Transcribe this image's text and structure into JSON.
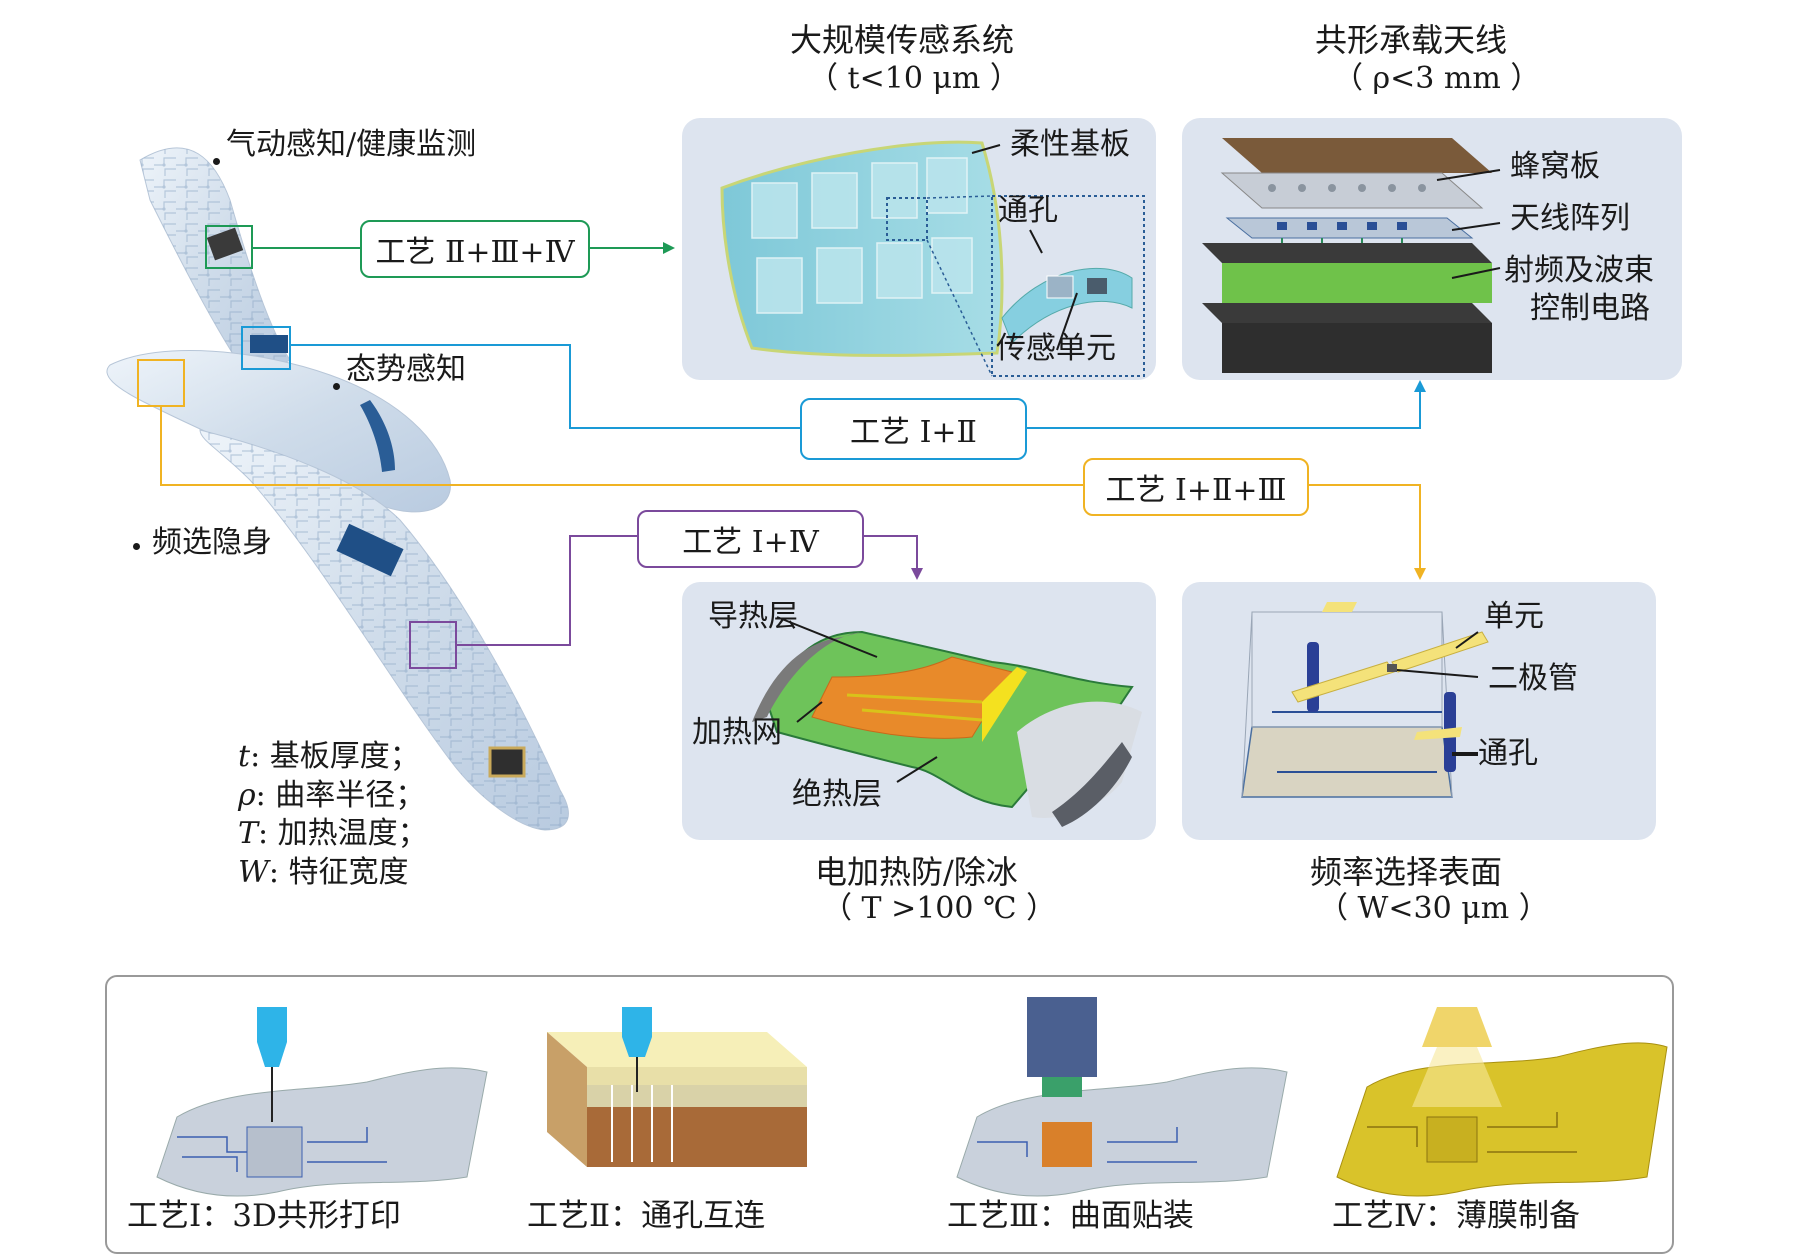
{
  "titles": {
    "sensing_title": "大规模传感系统",
    "sensing_sub": "（ t<10 μm ）",
    "antenna_title": "共形承载天线",
    "antenna_sub": "（ ρ<3 mm ）",
    "deice_title": "电加热防/除冰",
    "deice_sub": "（ T >100 ℃ ）",
    "fss_title": "频率选择表面",
    "fss_sub": "（ W<30 μm ）"
  },
  "wing_labels": {
    "aero": "气动感知/健康监测",
    "attitude": "态势感知",
    "stealth": "频选隐身"
  },
  "processes": {
    "p_234": "工艺 Ⅱ+Ⅲ+Ⅳ",
    "p_12": "工艺 Ⅰ+Ⅱ",
    "p_123": "工艺 Ⅰ+Ⅱ+Ⅲ",
    "p_14": "工艺 Ⅰ+Ⅳ"
  },
  "sensing_labels": {
    "flex": "柔性基板",
    "via": "通孔",
    "unit": "传感单元"
  },
  "antenna_labels": {
    "honeycomb": "蜂窝板",
    "array": "天线阵列",
    "rf_line1": "射频及波束",
    "rf_line2": "控制电路"
  },
  "deice_labels": {
    "conduct": "导热层",
    "heat": "加热网",
    "insul": "绝热层"
  },
  "fss_labels": {
    "unit": "单元",
    "diode": "二极管",
    "via": "通孔"
  },
  "legend": [
    {
      "sym": "t",
      "text": ": 基板厚度；"
    },
    {
      "sym": "ρ",
      "text": ": 曲率半径；"
    },
    {
      "sym": "T",
      "text": ": 加热温度；"
    },
    {
      "sym": "W",
      "text": ": 特征宽度"
    }
  ],
  "bottom": [
    "工艺Ⅰ：3D共形打印",
    "工艺Ⅱ：通孔互连",
    "工艺Ⅲ：曲面贴装",
    "工艺Ⅳ：薄膜制备"
  ],
  "colors": {
    "green": "#1e9a56",
    "blue": "#1a9ad6",
    "yellow": "#f0b323",
    "purple": "#7b4a9c",
    "panel": "#dde4ef"
  }
}
